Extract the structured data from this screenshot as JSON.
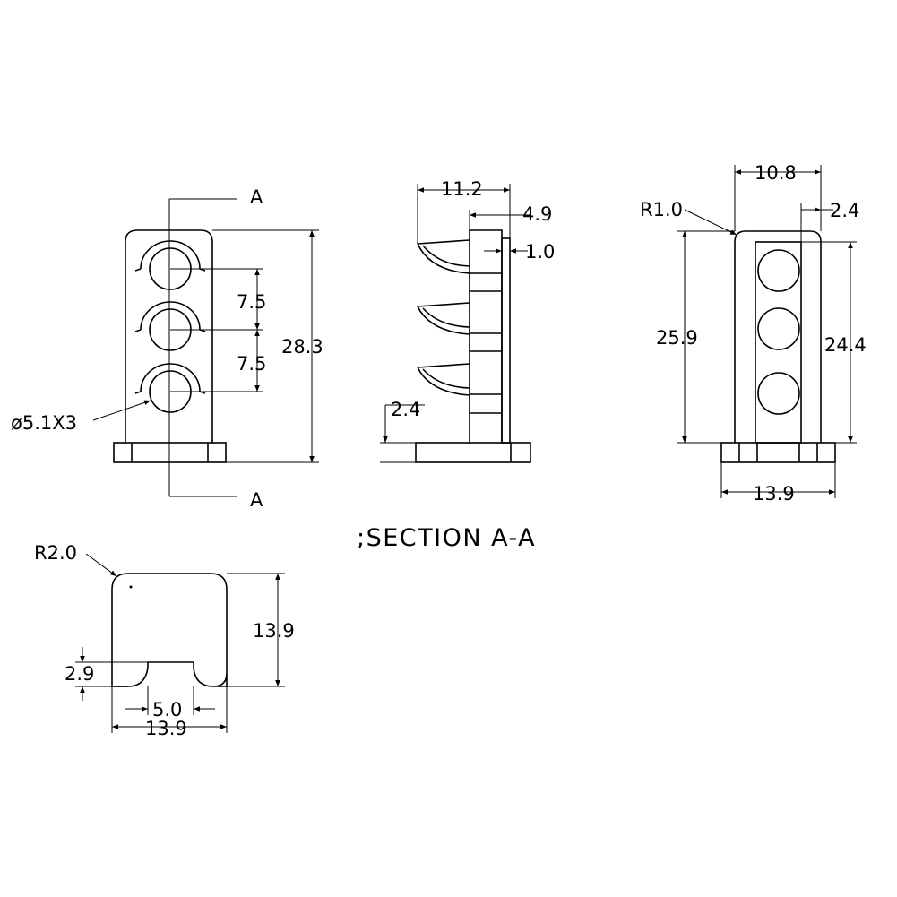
{
  "front_view": {
    "section_mark_top": "A",
    "section_mark_bottom": "A",
    "pitch_upper": "7.5",
    "pitch_lower": "7.5",
    "height": "28.3",
    "hole_note": "ø5.1X3"
  },
  "side_view": {
    "depth": "11.2",
    "plate_offset": "4.9",
    "plate_thickness": "1.0",
    "base_height": "2.4"
  },
  "section_view": {
    "corner_radius": "R1.0",
    "inner_width": "10.8",
    "wall": "2.4",
    "outer_height": "25.9",
    "inner_height": "24.4",
    "base_width": "13.9"
  },
  "section_title": ";SECTION A-A",
  "base_view": {
    "corner_radius": "R2.0",
    "height": "13.9",
    "slot_depth": "2.9",
    "slot_width": "5.0",
    "width": "13.9"
  }
}
